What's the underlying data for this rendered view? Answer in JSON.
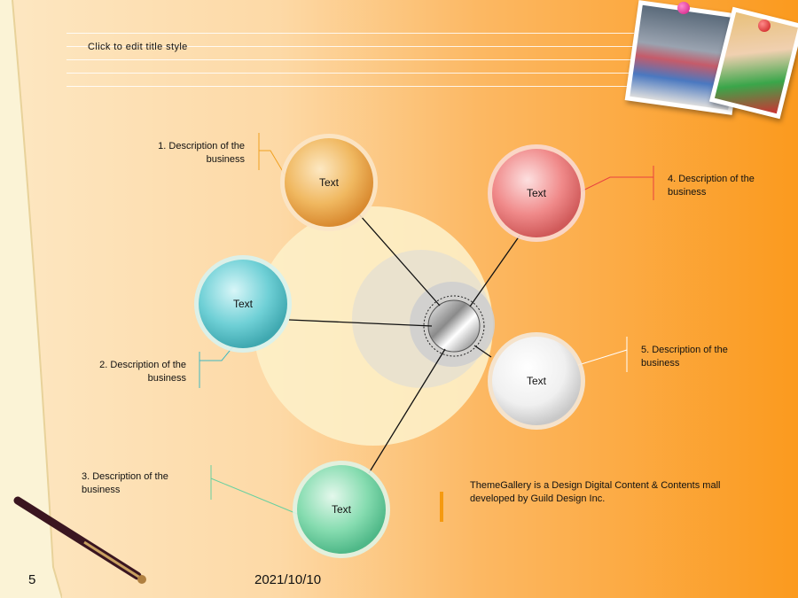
{
  "slide": {
    "title": "Click to edit title style",
    "page_number": "5",
    "date": "2021/10/10",
    "note": "ThemeGallery  is a Design Digital Content & Contents mall developed by Guild Design Inc."
  },
  "bubbles": [
    {
      "label": "Text",
      "color": "#f0b860"
    },
    {
      "label": "Text",
      "color": "#6fd0d6"
    },
    {
      "label": "Text",
      "color": "#86dcb0"
    },
    {
      "label": "Text",
      "color": "#f08a8a"
    },
    {
      "label": "Text",
      "color": "#f2f2f2"
    }
  ],
  "descriptions": [
    "1. Description of the business",
    "2. Description of the business",
    "3. Description of the business",
    "4. Description of the business",
    "5. Description of the business"
  ],
  "colors": {
    "accent_orange": "#fb9a1e",
    "connector": "#111111"
  },
  "icons": {
    "photo_1": "group-photo",
    "photo_2": "child-photo",
    "pen": "pen-icon"
  }
}
